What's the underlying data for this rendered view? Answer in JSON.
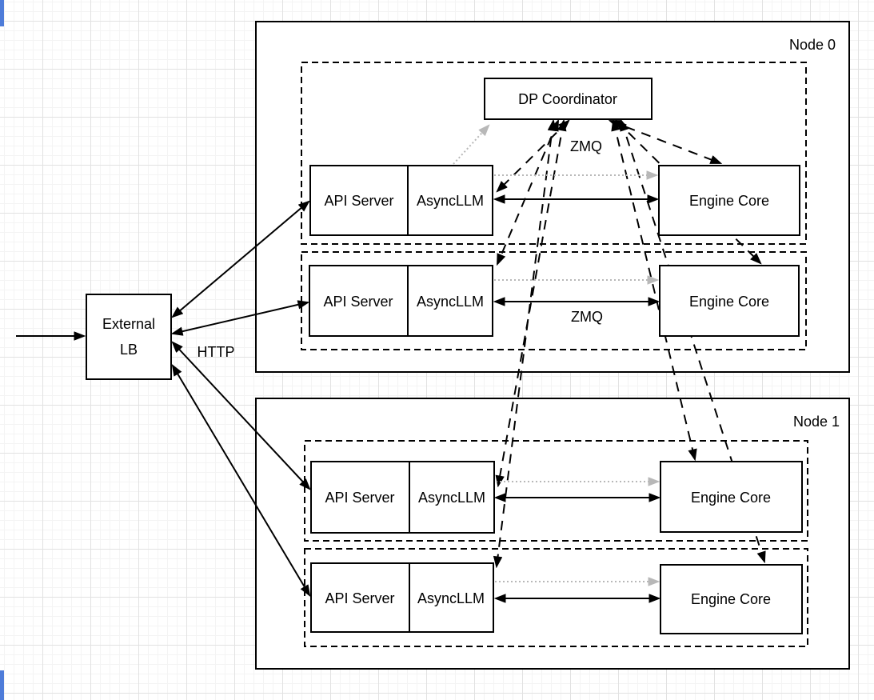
{
  "canvas": {
    "background": "#ffffff",
    "grid_minor_color": "#f4f4f4",
    "grid_major_color": "#e2e2e2",
    "edge_marker_color": "#4e7cd9"
  },
  "colors": {
    "shape_stroke": "#000000",
    "shape_fill": "#ffffff",
    "dashed_edge": "#000000",
    "dotted_edge": "#b8b8b8"
  },
  "node0": {
    "label": "Node 0"
  },
  "node1": {
    "label": "Node 1"
  },
  "coordinator": {
    "label": "DP Coordinator"
  },
  "external_lb": {
    "label_line1": "External",
    "label_line2": "LB"
  },
  "edge_labels": {
    "http": "HTTP",
    "zmq_coordinator": "ZMQ",
    "zmq_engine": "ZMQ"
  },
  "rows": [
    {
      "id": "node0-replica0",
      "api_server": "API Server",
      "async_llm": "AsyncLLM",
      "engine_core": "Engine Core"
    },
    {
      "id": "node0-replica1",
      "api_server": "API Server",
      "async_llm": "AsyncLLM",
      "engine_core": "Engine Core"
    },
    {
      "id": "node1-replica0",
      "api_server": "API Server",
      "async_llm": "AsyncLLM",
      "engine_core": "Engine Core"
    },
    {
      "id": "node1-replica1",
      "api_server": "API Server",
      "async_llm": "AsyncLLM",
      "engine_core": "Engine Core"
    }
  ],
  "connections": [
    {
      "from": "client",
      "to": "External LB",
      "style": "solid",
      "direction": "one-way",
      "label": ""
    },
    {
      "from": "External LB",
      "to": "API Server (Node 0, replica 0)",
      "style": "solid",
      "direction": "bidirectional",
      "label": "HTTP"
    },
    {
      "from": "External LB",
      "to": "API Server (Node 0, replica 1)",
      "style": "solid",
      "direction": "bidirectional",
      "label": "HTTP"
    },
    {
      "from": "External LB",
      "to": "API Server (Node 1, replica 0)",
      "style": "solid",
      "direction": "bidirectional",
      "label": "HTTP"
    },
    {
      "from": "External LB",
      "to": "API Server (Node 1, replica 1)",
      "style": "solid",
      "direction": "bidirectional",
      "label": "HTTP"
    },
    {
      "from": "AsyncLLM (Node 0, replica 0)",
      "to": "Engine Core (Node 0, replica 0)",
      "style": "solid",
      "direction": "bidirectional",
      "label": "ZMQ"
    },
    {
      "from": "AsyncLLM (Node 0, replica 1)",
      "to": "Engine Core (Node 0, replica 1)",
      "style": "solid",
      "direction": "bidirectional",
      "label": "ZMQ"
    },
    {
      "from": "AsyncLLM (Node 1, replica 0)",
      "to": "Engine Core (Node 1, replica 0)",
      "style": "solid",
      "direction": "bidirectional",
      "label": "ZMQ"
    },
    {
      "from": "AsyncLLM (Node 1, replica 1)",
      "to": "Engine Core (Node 1, replica 1)",
      "style": "solid",
      "direction": "bidirectional",
      "label": "ZMQ"
    },
    {
      "from": "AsyncLLM (Node 0, replica 0)",
      "to": "Engine Core (Node 0, replica 0)",
      "style": "dotted-gray",
      "direction": "one-way",
      "label": ""
    },
    {
      "from": "AsyncLLM (Node 0, replica 1)",
      "to": "Engine Core (Node 0, replica 1)",
      "style": "dotted-gray",
      "direction": "one-way",
      "label": ""
    },
    {
      "from": "AsyncLLM (Node 1, replica 0)",
      "to": "Engine Core (Node 1, replica 0)",
      "style": "dotted-gray",
      "direction": "one-way",
      "label": ""
    },
    {
      "from": "AsyncLLM (Node 1, replica 1)",
      "to": "Engine Core (Node 1, replica 1)",
      "style": "dotted-gray",
      "direction": "one-way",
      "label": ""
    },
    {
      "from": "AsyncLLM (Node 0, replica 0)",
      "to": "DP Coordinator",
      "style": "dotted-gray",
      "direction": "one-way",
      "label": ""
    },
    {
      "from": "DP Coordinator",
      "to": "AsyncLLM (Node 0, replica 0)",
      "style": "dashed",
      "direction": "bidirectional",
      "label": "ZMQ"
    },
    {
      "from": "DP Coordinator",
      "to": "AsyncLLM (Node 0, replica 1)",
      "style": "dashed",
      "direction": "bidirectional",
      "label": "ZMQ"
    },
    {
      "from": "DP Coordinator",
      "to": "AsyncLLM (Node 1, replica 0)",
      "style": "dashed",
      "direction": "bidirectional",
      "label": "ZMQ"
    },
    {
      "from": "DP Coordinator",
      "to": "AsyncLLM (Node 1, replica 1)",
      "style": "dashed",
      "direction": "bidirectional",
      "label": "ZMQ"
    },
    {
      "from": "DP Coordinator",
      "to": "Engine Core (Node 0, replica 0)",
      "style": "dashed",
      "direction": "bidirectional",
      "label": "ZMQ"
    },
    {
      "from": "DP Coordinator",
      "to": "Engine Core (Node 0, replica 1)",
      "style": "dashed",
      "direction": "bidirectional",
      "label": "ZMQ"
    },
    {
      "from": "DP Coordinator",
      "to": "Engine Core (Node 1, replica 0)",
      "style": "dashed",
      "direction": "bidirectional",
      "label": "ZMQ"
    },
    {
      "from": "DP Coordinator",
      "to": "Engine Core (Node 1, replica 1)",
      "style": "dashed",
      "direction": "bidirectional",
      "label": "ZMQ"
    }
  ]
}
